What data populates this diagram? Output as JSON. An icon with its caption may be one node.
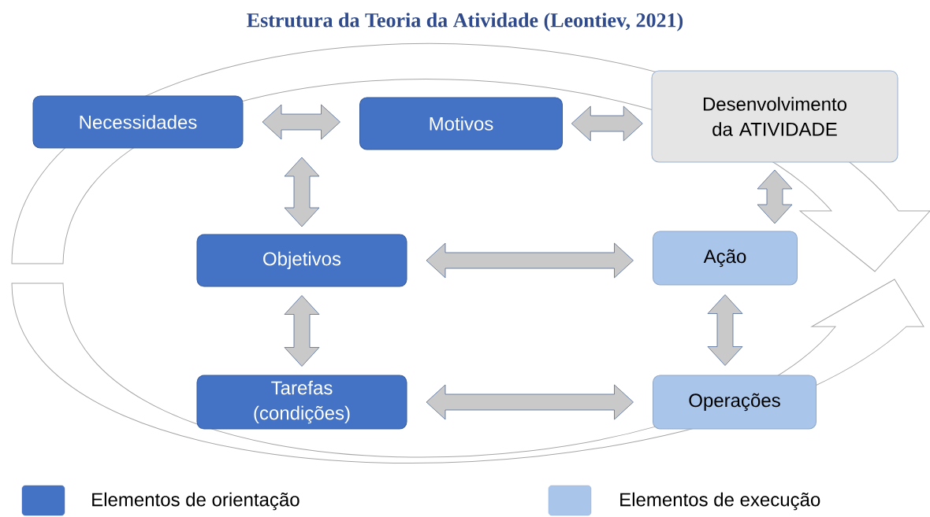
{
  "diagram": {
    "title": "Estrutura da Teoria da Atividade (Leontiev, 2021)",
    "nodes": [
      {
        "text": [
          "Necessidades"
        ]
      },
      {
        "text": [
          "Motivos"
        ]
      },
      {
        "text": [
          "Desenvolvimento da ATIVIDADE"
        ]
      },
      {
        "text": [
          "Objetivos"
        ]
      },
      {
        "text": [
          "Ação"
        ]
      },
      {
        "text": [
          "Tarefas (condições)"
        ]
      },
      {
        "text": [
          "Operações"
        ]
      }
    ],
    "edges": [
      {
        "from": 0,
        "to": 1,
        "arrow": "both"
      },
      {
        "from": 1,
        "to": 2,
        "arrow": "both"
      },
      {
        "from": 3,
        "to": 1,
        "arrow": "both"
      },
      {
        "from": 2,
        "to": 4,
        "arrow": "both"
      },
      {
        "from": 3,
        "to": 4,
        "arrow": "both"
      },
      {
        "from": 3,
        "to": 5,
        "arrow": "both"
      },
      {
        "from": 4,
        "to": 6,
        "arrow": "both"
      },
      {
        "from": 5,
        "to": 6,
        "arrow": "both"
      }
    ],
    "legend": [
      {
        "text": "Elementos de orientação",
        "color": "#4472c4"
      },
      {
        "text": "Elementos de execução",
        "color": "#a9c5ea"
      }
    ]
  }
}
